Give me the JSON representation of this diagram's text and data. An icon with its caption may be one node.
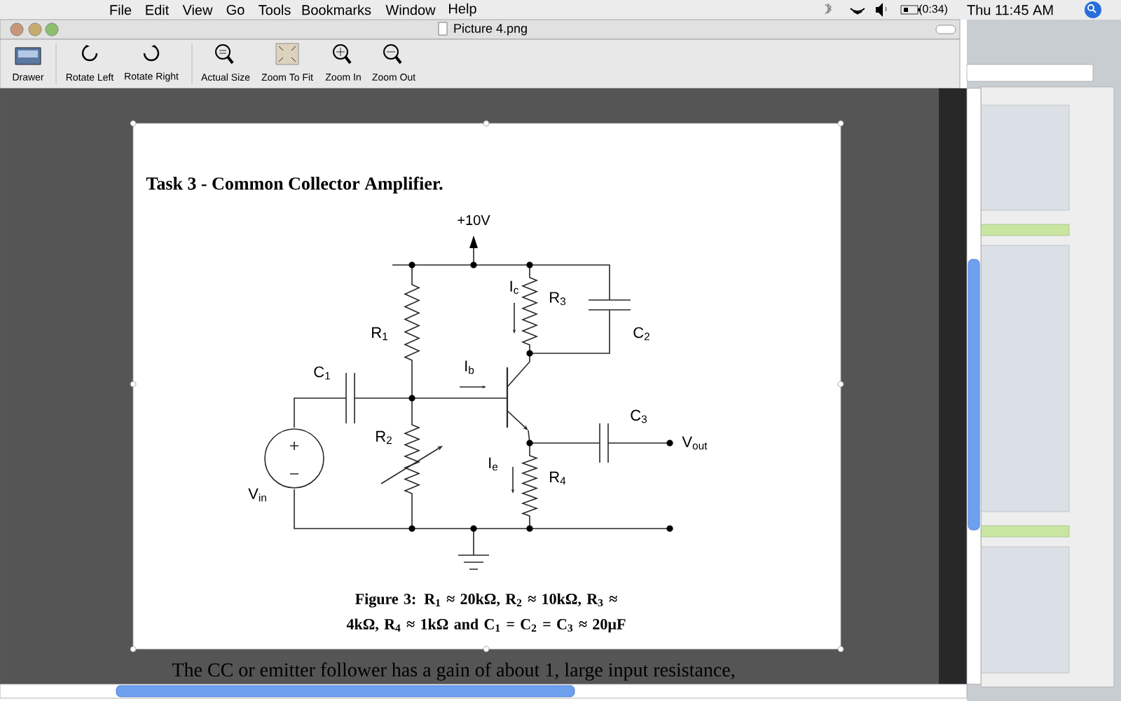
{
  "diagram": {
    "title": "Task 3 - Common Collector Amplifier.",
    "caption": "Figure 3: R$_{1}$ ≈ 20kΩ, R$_{2}$ ≈ 10kΩ, R$_{3}$ ≈ 4kΩ, R$_{4}$ ≈ 1kΩ and C$_{1}$ = C$_{2}$ = C$_{3}$ ≈ 20µF",
    "labels": [
      "File",
      "Edit",
      "View",
      "Go",
      "Tools",
      "Bookmarks",
      "Window",
      "Help",
      "(0:34)",
      "Thu 11:45 AM",
      "Picture 4.png",
      "Drawer",
      "Rotate Left",
      "Rotate Right",
      "Actual Size",
      "Zoom To Fit",
      "Zoom In",
      "Zoom Out",
      "+10V",
      "R$_{1}$",
      "I$_{c}$",
      "R$_{3}$",
      "C$_{2}$",
      "C$_{1}$",
      "I$_{b}$",
      "R$_{2}$",
      "C$_{3}$",
      "V$_{out}$",
      "V$_{in}$",
      "I$_{e}$",
      "R$_{4}$",
      "The CC or emitter follower has a gain of about 1, large input resistance,"
    ]
  }
}
